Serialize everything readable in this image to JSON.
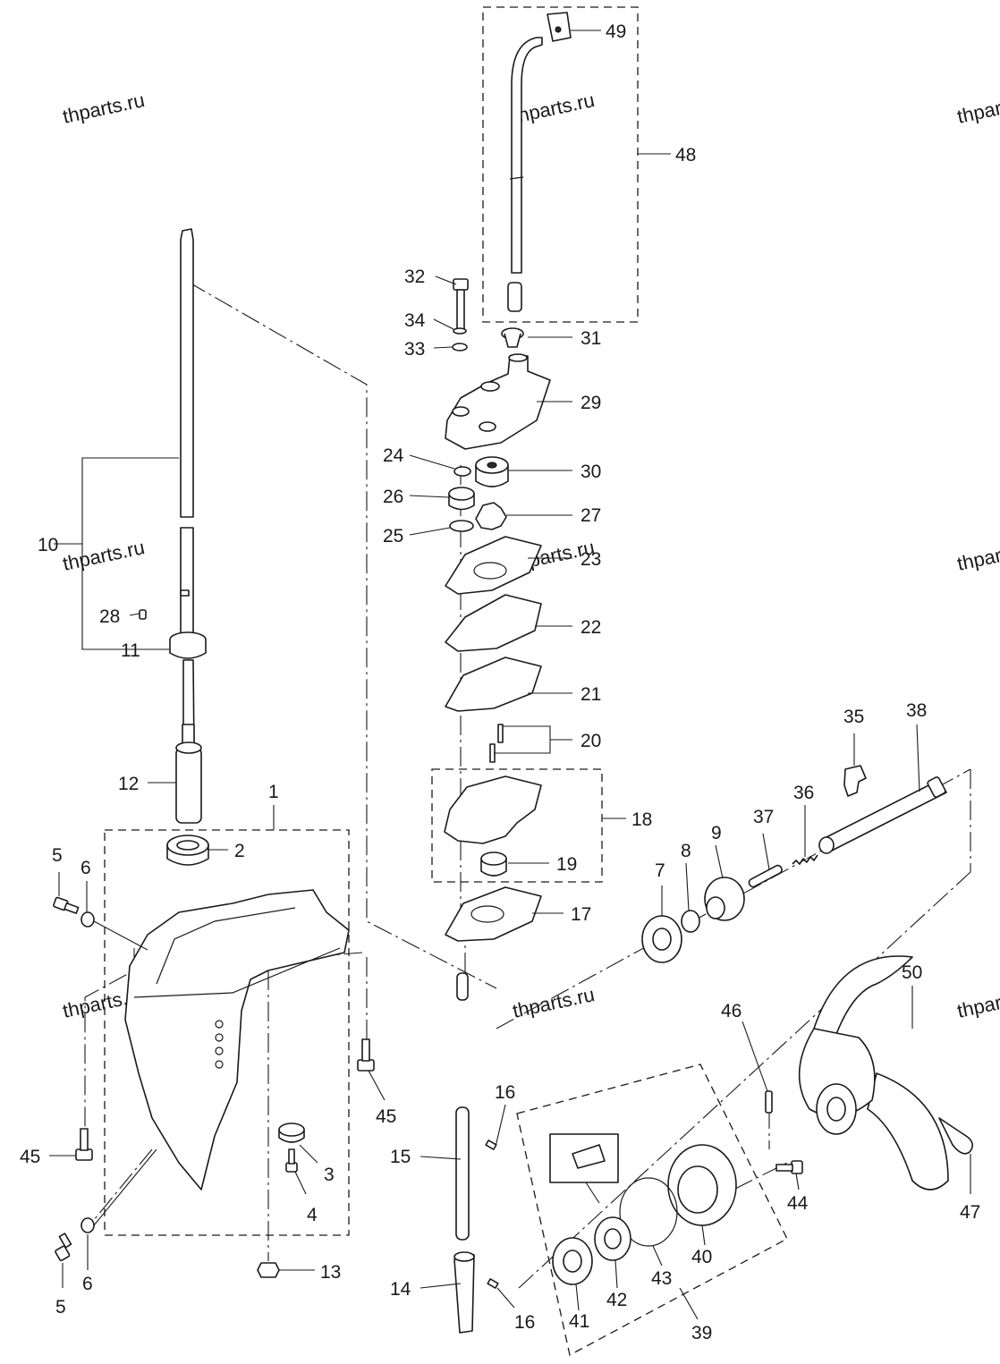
{
  "watermark": "thparts.ru",
  "callouts": {
    "c1": "1",
    "c2": "2",
    "c3": "3",
    "c4": "4",
    "c5": "5",
    "c5b": "5",
    "c6": "6",
    "c6b": "6",
    "c7": "7",
    "c8": "8",
    "c9": "9",
    "c10": "10",
    "c11": "11",
    "c12": "12",
    "c13": "13",
    "c14": "14",
    "c15": "15",
    "c16": "16",
    "c16b": "16",
    "c17": "17",
    "c18": "18",
    "c19": "19",
    "c20": "20",
    "c21": "21",
    "c22": "22",
    "c23": "23",
    "c24": "24",
    "c25": "25",
    "c26": "26",
    "c27": "27",
    "c28": "28",
    "c29": "29",
    "c30": "30",
    "c31": "31",
    "c32": "32",
    "c33": "33",
    "c34": "34",
    "c35": "35",
    "c36": "36",
    "c37": "37",
    "c38": "38",
    "c39": "39",
    "c40": "40",
    "c41": "41",
    "c42": "42",
    "c43": "43",
    "c44": "44",
    "c45": "45",
    "c45b": "45",
    "c46": "46",
    "c47": "47",
    "c48": "48",
    "c49": "49",
    "c50": "50"
  }
}
